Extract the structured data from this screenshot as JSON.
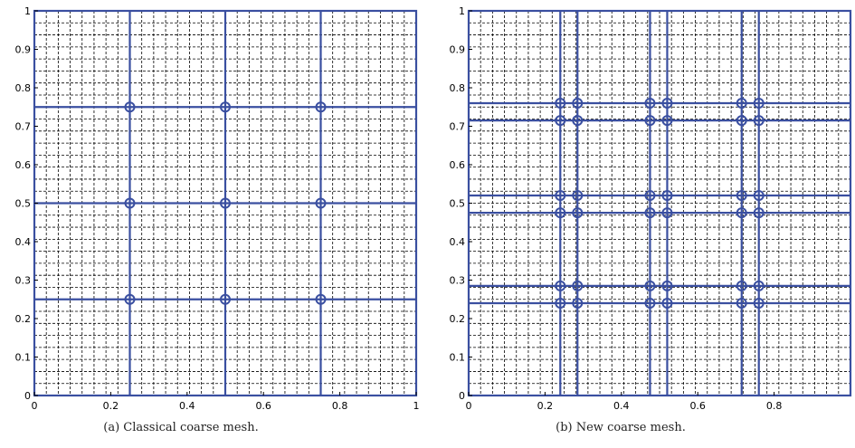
{
  "chart_data": [
    {
      "type": "mesh",
      "caption": "(a) Classical coarse mesh.",
      "xlim": [
        0,
        1
      ],
      "ylim": [
        0,
        1
      ],
      "xticks": [
        0,
        0.2,
        0.4,
        0.6,
        0.8,
        1
      ],
      "yticks": [
        0,
        0.1,
        0.2,
        0.3,
        0.4,
        0.5,
        0.6,
        0.7,
        0.8,
        0.9,
        1
      ],
      "fine_grid_step": 0.03125,
      "coarse_x": [
        0.25,
        0.5,
        0.75
      ],
      "coarse_y": [
        0.25,
        0.5,
        0.75
      ],
      "line_color": "#3a4fa0",
      "grid_color": "#000000"
    },
    {
      "type": "mesh",
      "caption": "(b) New coarse mesh.",
      "xlim": [
        0,
        1
      ],
      "ylim": [
        0,
        1
      ],
      "xticks": [
        0,
        0.2,
        0.4,
        0.6,
        0.8
      ],
      "yticks": [
        0,
        0.1,
        0.2,
        0.3,
        0.4,
        0.5,
        0.6,
        0.7,
        0.8,
        0.9,
        1
      ],
      "fine_grid_step": 0.03125,
      "coarse_x": [
        0.24,
        0.285,
        0.475,
        0.52,
        0.715,
        0.76
      ],
      "coarse_y": [
        0.24,
        0.285,
        0.475,
        0.52,
        0.715,
        0.76
      ],
      "line_color": "#3a4fa0",
      "grid_color": "#000000"
    }
  ]
}
